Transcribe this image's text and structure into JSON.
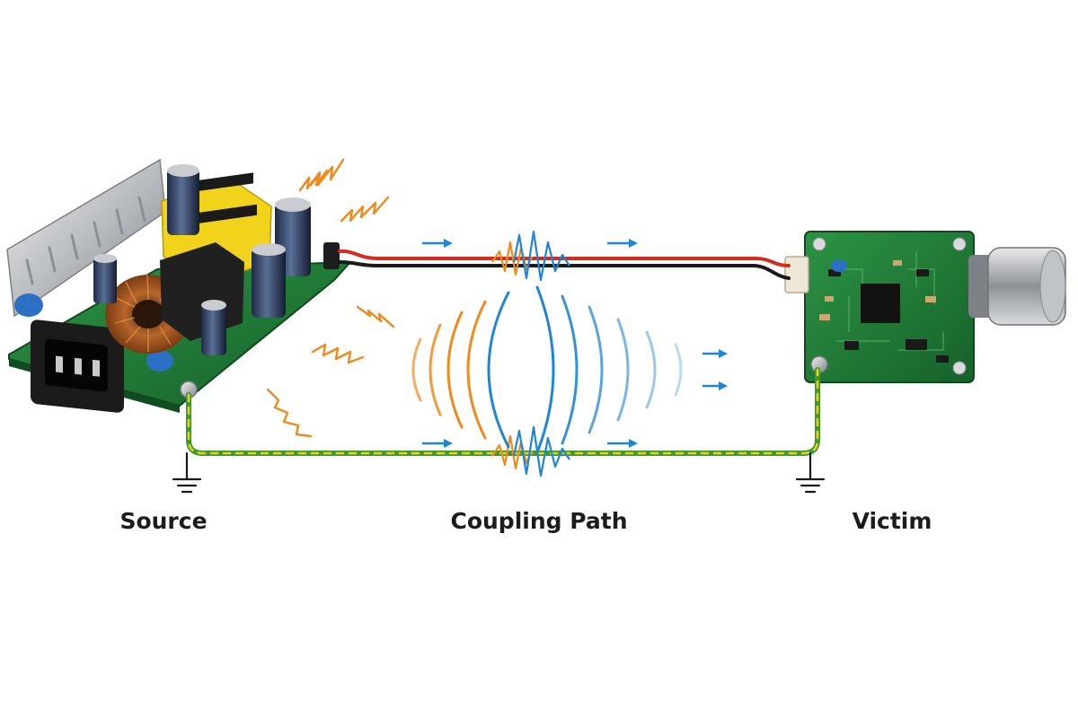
{
  "labels": {
    "source": "Source",
    "coupling_path": "Coupling Path",
    "victim": "Victim"
  },
  "icons": {
    "source_device": "power-supply-board-icon",
    "victim_device": "sensor-board-icon",
    "ground": "ground-symbol-icon",
    "noise": "lightning-spark-icon",
    "radiated_waves": "radiated-wave-icon",
    "conducted_noise": "noise-burst-icon",
    "direction": "arrow-right-icon"
  },
  "colors": {
    "wire_red": "#d62a1e",
    "wire_black": "#1a1a1a",
    "wire_ground_green": "#3f9a2e",
    "wire_ground_yellow": "#e9d21a",
    "noise_orange": "#f08a1c",
    "noise_blue": "#1f86d6",
    "pcb_green": "#1e7a34",
    "transformer_yellow": "#f2d31b",
    "label_text": "#1c1c1c"
  }
}
